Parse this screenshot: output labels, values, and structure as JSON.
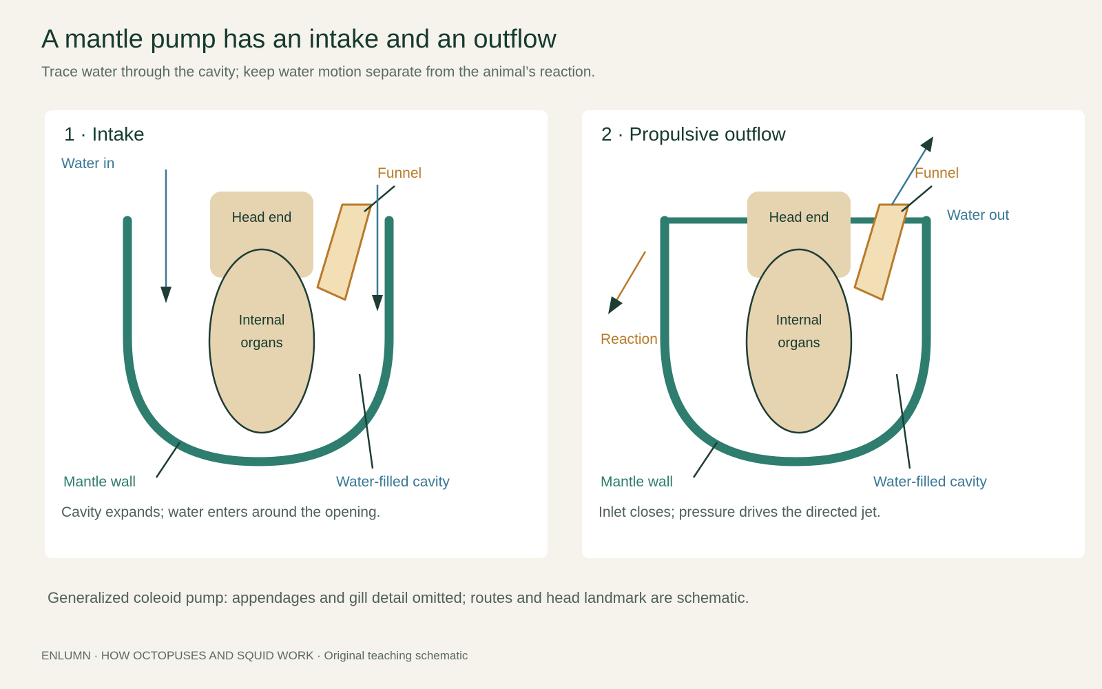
{
  "header": {
    "title": "A mantle pump has an intake and an outflow",
    "subtitle": "Trace water through the cavity; keep water motion separate from the animal’s reaction."
  },
  "panels": [
    {
      "title": "1 · Intake",
      "water_label": "Water in",
      "funnel_label": "Funnel",
      "head_label": "Head end",
      "organs_label_1": "Internal",
      "organs_label_2": "organs",
      "mantle_label": "Mantle wall",
      "cavity_label": "Water-filled cavity",
      "note": "Cavity expands; water enters around the opening."
    },
    {
      "title": "2 · Propulsive outflow",
      "water_label": "Water out",
      "funnel_label": "Funnel",
      "reaction_label": "Reaction",
      "head_label": "Head end",
      "organs_label_1": "Internal",
      "organs_label_2": "organs",
      "mantle_label": "Mantle wall",
      "cavity_label": "Water-filled cavity",
      "note": "Inlet closes; pressure drives the directed jet."
    }
  ],
  "caption": "Generalized coleoid pump: appendages and gill detail omitted; routes and head landmark are schematic.",
  "footer": "ENLUMN · HOW OCTOPUSES AND SQUID WORK · Original teaching schematic",
  "colors": {
    "mantle": "#2e7d6e",
    "water": "#3a7896",
    "funnel": "#b87a2a",
    "funnel_fill": "#f3dfb6",
    "body_fill": "#e6d3b0",
    "ink": "#163a30"
  }
}
